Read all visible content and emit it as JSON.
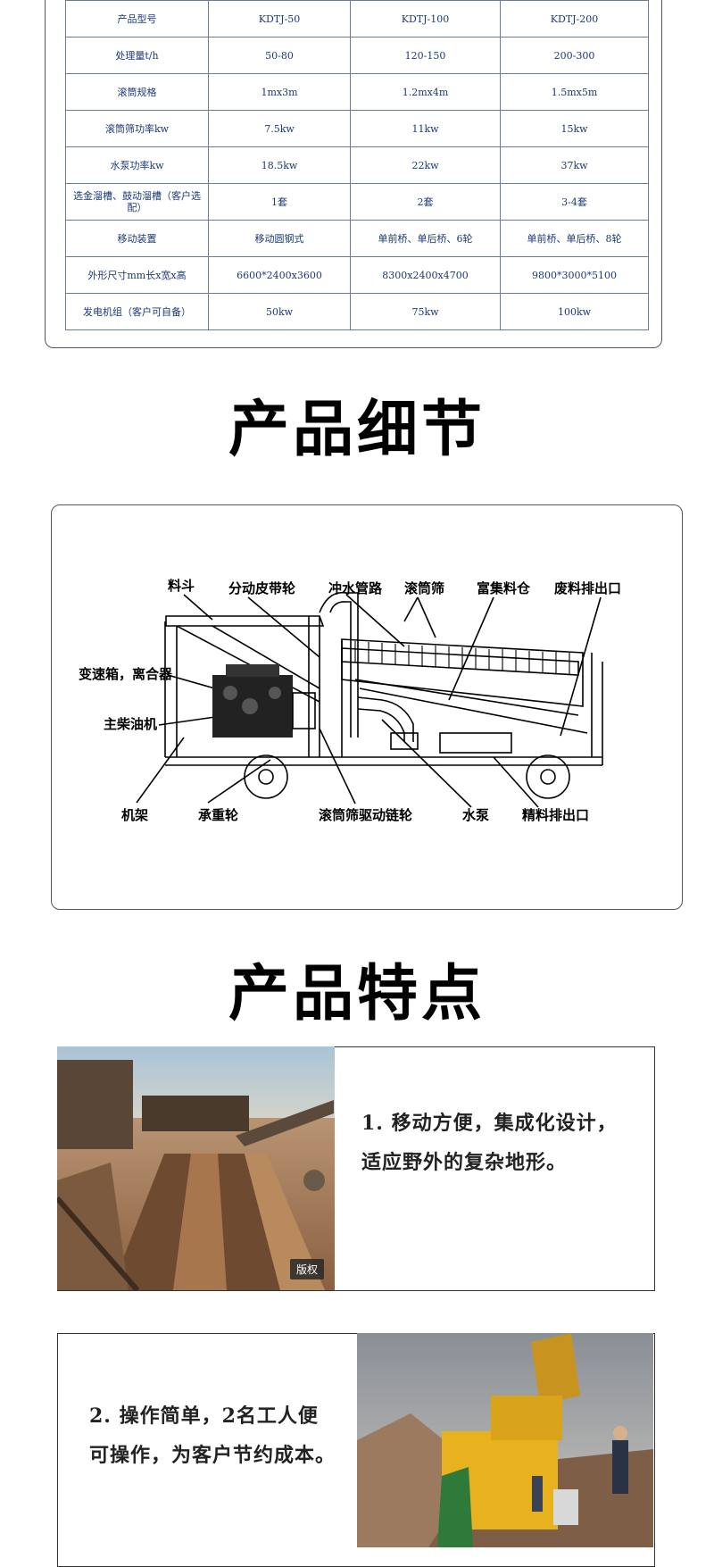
{
  "spec_table": {
    "rows": [
      [
        "产品型号",
        "KDTJ-50",
        "KDTJ-100",
        "KDTJ-200"
      ],
      [
        "处理量t/h",
        "50-80",
        "120-150",
        "200-300"
      ],
      [
        "滚筒规格",
        "1mx3m",
        "1.2mx4m",
        "1.5mx5m"
      ],
      [
        "滚筒筛功率kw",
        "7.5kw",
        "11kw",
        "15kw"
      ],
      [
        "水泵功率kw",
        "18.5kw",
        "22kw",
        "37kw"
      ],
      [
        "选金溜槽、鼓动溜槽（客户选配）",
        "1套",
        "2套",
        "3-4套"
      ],
      [
        "移动装置",
        "移动圆钢式",
        "单前桥、单后桥、6轮",
        "单前桥、单后桥、8轮"
      ],
      [
        "外形尺寸mm长x宽x高",
        "6600*2400x3600",
        "8300x2400x4700",
        "9800*3000*5100"
      ],
      [
        "发电机组（客户可自备）",
        "50kw",
        "75kw",
        "100kw"
      ]
    ]
  },
  "headings": {
    "details": "产品细节",
    "features": "产品特点"
  },
  "diagram": {
    "labels": {
      "hopper": "料斗",
      "pulley": "分动皮带轮",
      "flush_pipe": "冲水管路",
      "trommel": "滚筒筛",
      "concentrate_bin": "富集料仓",
      "waste_outlet": "废料排出口",
      "gearbox": "变速箱，离合器",
      "diesel": "主柴油机",
      "frame": "机架",
      "wheel": "承重轮",
      "chain_wheel": "滚筒筛驱动链轮",
      "pump": "水泵",
      "fine_outlet": "精料排出口"
    }
  },
  "features": [
    {
      "lines": [
        "1. 移动方便，集成化设计，",
        "适应野外的复杂地形。"
      ],
      "watermark": "版权"
    },
    {
      "lines": [
        "2. 操作简单，2名工人便",
        "可操作，为客户节约成本。"
      ]
    }
  ],
  "colors": {
    "table_text": "#1c3a78",
    "border": "#333333",
    "machine_yellow": "#e8b21e"
  }
}
